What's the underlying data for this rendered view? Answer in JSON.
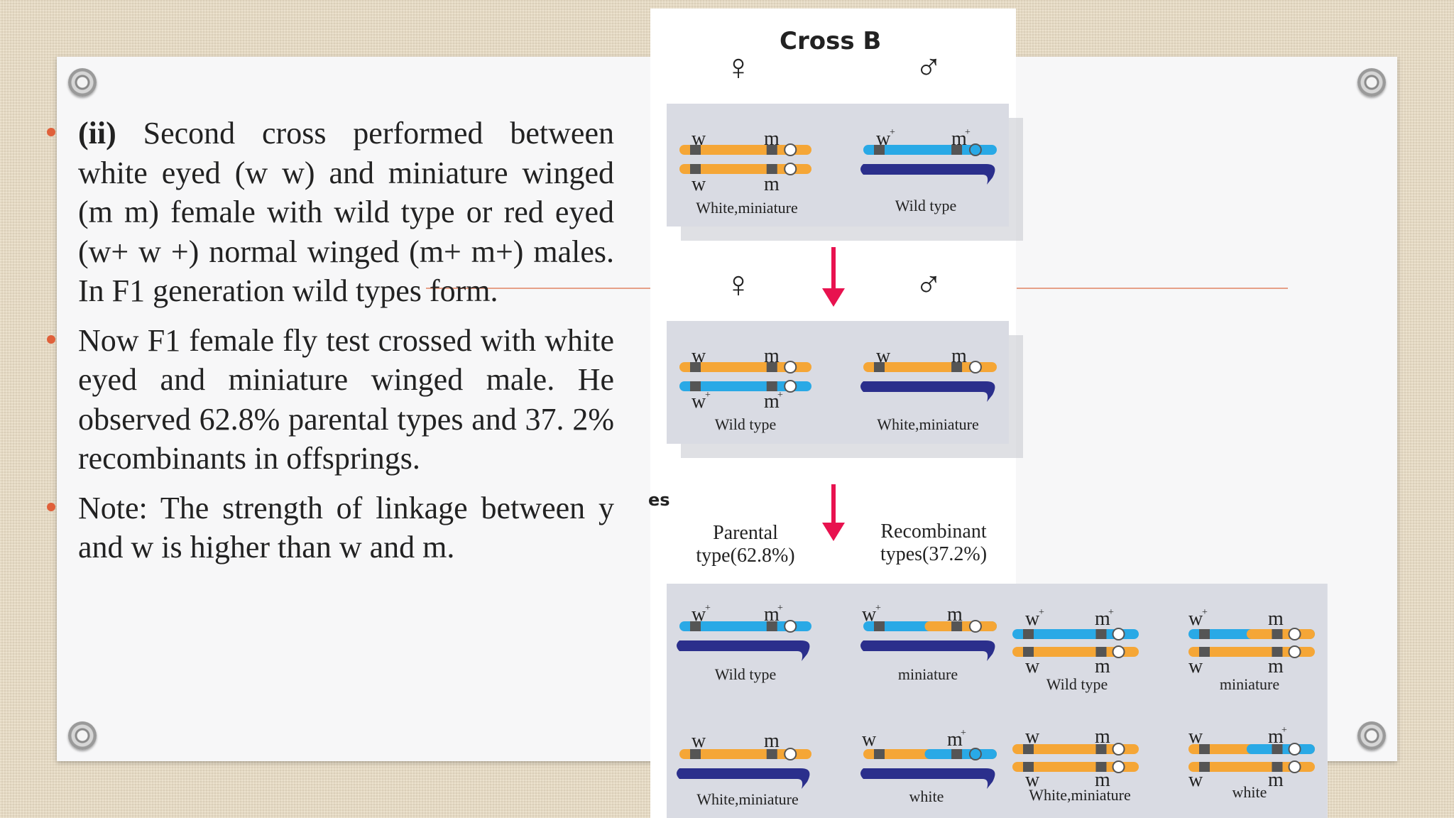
{
  "slide": {
    "bullets": [
      {
        "bold": "(ii)",
        "text": " Second cross performed between white eyed (w w) and miniature winged (m m) female with wild type or red eyed (w+ w +) normal winged (m+ m+) males. In F1 generation wild types form."
      },
      {
        "bold": "",
        "text": "Now F1 female fly test crossed with white eyed and miniature winged male. He observed 62.8% parental types and 37. 2% recombinants in offsprings."
      },
      {
        "bold": "",
        "text": "Note: The strength of linkage between y and w is higher than w and m."
      }
    ]
  },
  "figure": {
    "title": "Cross B",
    "female_symbol": "♀",
    "male_symbol": "♂",
    "cutoff_text": "es",
    "parental_caption_1": "Parental",
    "parental_caption_2": "type(62.8%)",
    "recombinant_caption_1": "Recombinant",
    "recombinant_caption_2": "types(37.2%)",
    "labels": {
      "white_miniature": "White,miniature",
      "wild_type": "Wild type",
      "miniature": "miniature",
      "white": "white"
    },
    "allele_w": "w",
    "allele_m": "m",
    "plus": "+"
  },
  "colors": {
    "orange": "#f5a636",
    "blue": "#29a9e6",
    "navy": "#2b2f8c",
    "arrow": "#e8124f",
    "panel": "#d9dbe3",
    "bullet": "#e0603a",
    "line": "#e6a088"
  }
}
